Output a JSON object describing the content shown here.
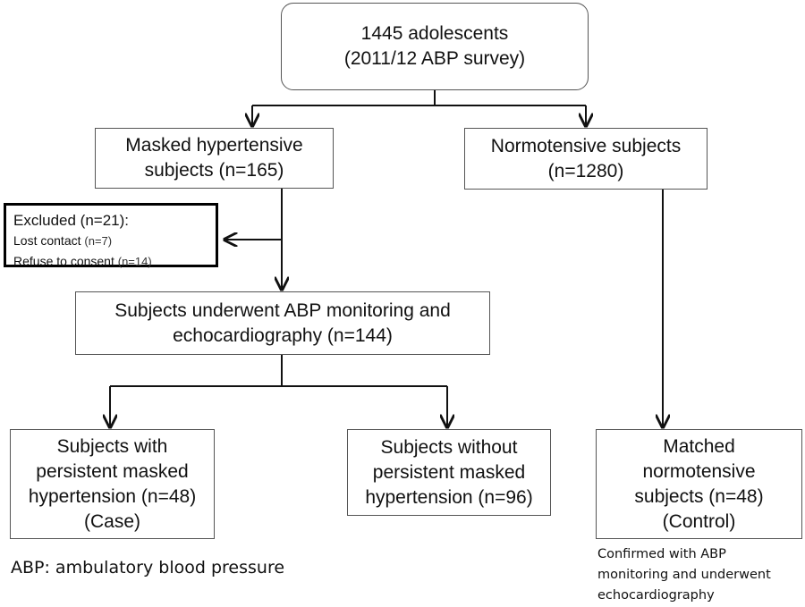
{
  "nodes": {
    "root": [
      "1445 adolescents",
      "(2011/12 ABP survey)"
    ],
    "masked": [
      "Masked hypertensive",
      "subjects (n=165)"
    ],
    "normo": [
      "Normotensive subjects",
      "(n=1280)"
    ],
    "excluded": {
      "title": "Excluded (n=21):",
      "lines": [
        {
          "text": "Lost contact",
          "count": "(n=7)"
        },
        {
          "text": "Refuse to consent",
          "count": "(n=14)"
        }
      ]
    },
    "underwent": [
      "Subjects underwent ABP monitoring and",
      "echocardiography (n=144)"
    ],
    "case": [
      "Subjects with",
      "persistent masked",
      "hypertension (n=48)",
      "(Case)"
    ],
    "without": [
      "Subjects without",
      "persistent masked",
      "hypertension (n=96)"
    ],
    "control": [
      "Matched",
      "normotensive",
      "subjects (n=48)",
      "(Control)"
    ]
  },
  "notes": {
    "abbreviation": "ABP: ambulatory blood pressure",
    "confirmed": [
      "Confirmed with ABP",
      "monitoring and underwent",
      "echocardiography"
    ]
  }
}
